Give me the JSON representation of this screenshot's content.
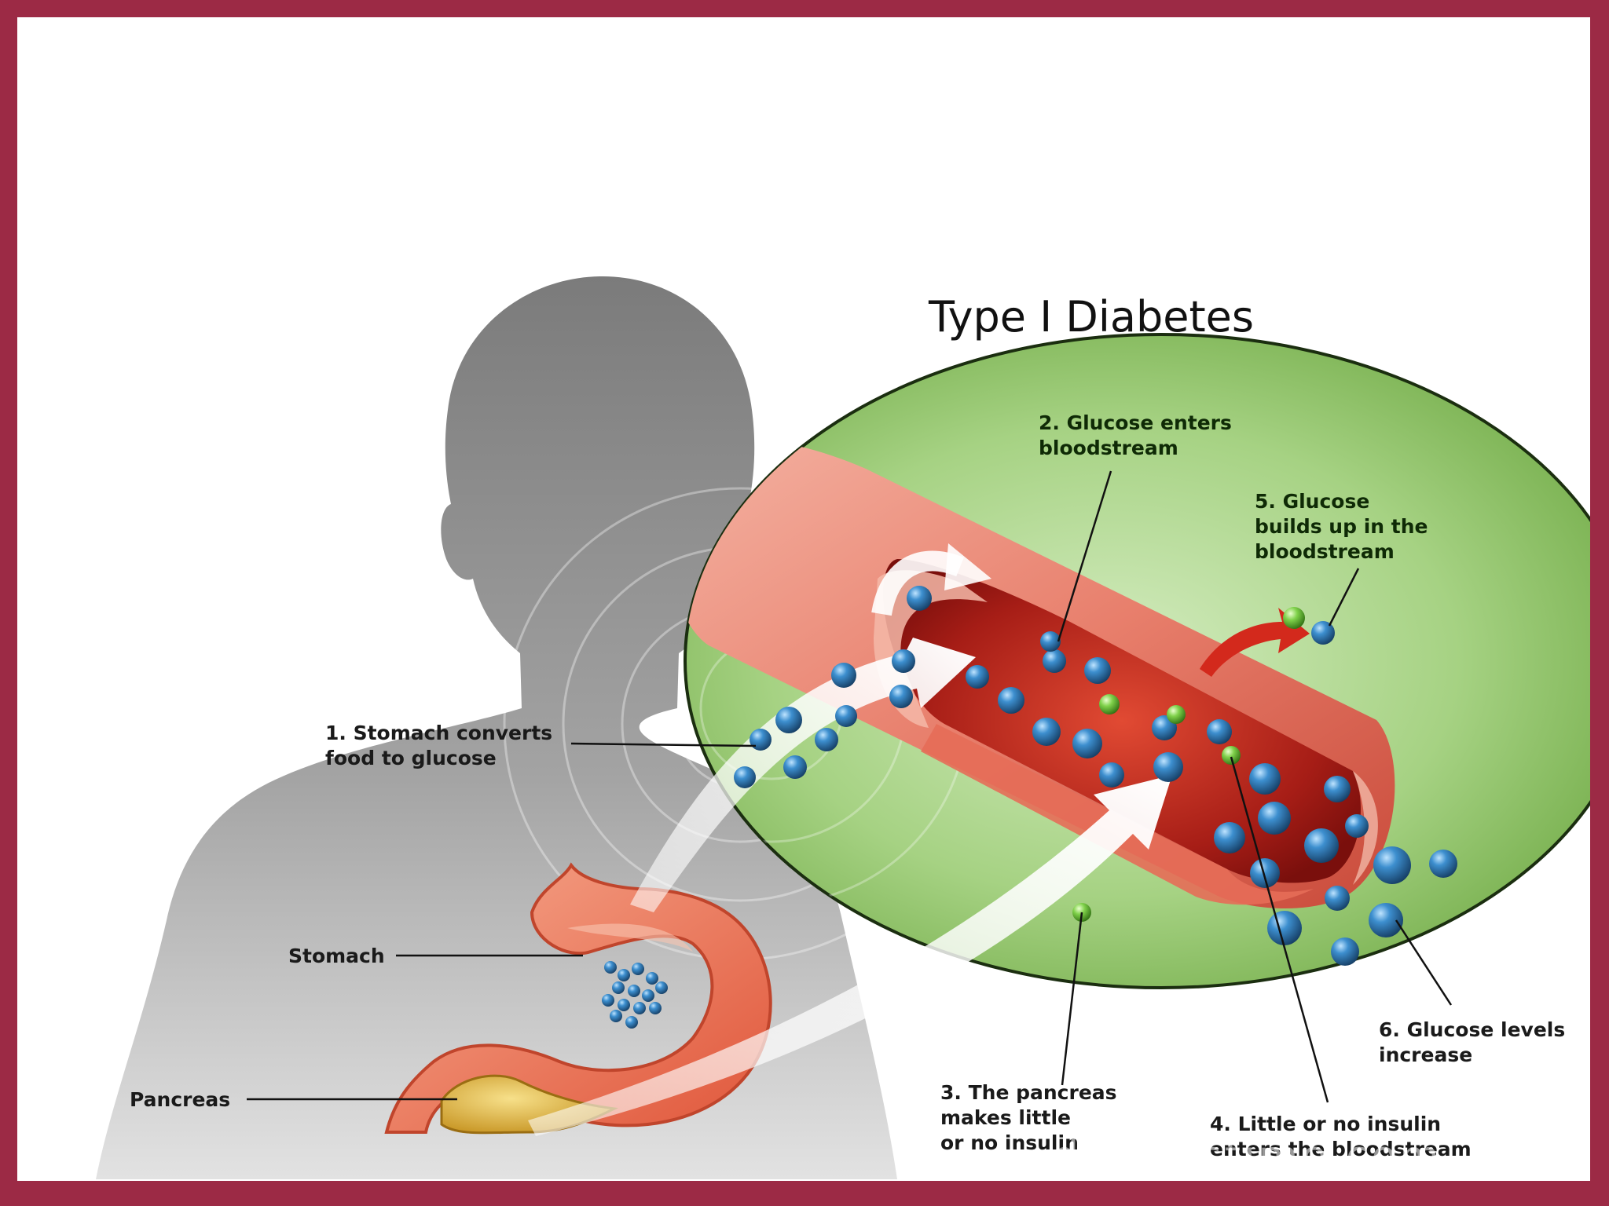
{
  "title": "Type I Diabetes",
  "labels": {
    "step1_line1": "1. Stomach converts",
    "step1_line2": "food to glucose",
    "step2_line1": "2. Glucose enters",
    "step2_line2": "bloodstream",
    "step3_line1": "3. The pancreas",
    "step3_line2": "makes little",
    "step3_line3": "or no insulin",
    "step4_line1": "4. Little or no insulin",
    "step4_line2": "enters the bloodstream",
    "step5_line1": "5. Glucose",
    "step5_line2": "builds up in the",
    "step5_line3": "bloodstream",
    "step6_line1": "6. Glucose levels",
    "step6_line2": "increase",
    "stomach": "Stomach",
    "pancreas": "Pancreas"
  },
  "watermark": "dreamstime.com",
  "colors": {
    "frame": "#9c2a45",
    "silhouette": "#8a8a8a",
    "circle": "#8fc46a",
    "vessel": "#c43a2c",
    "vessel_light": "#f2a08a",
    "glucose": "#2f6fa8",
    "insulin": "#7fd14a",
    "pancreas": "#e3b33a",
    "stomach": "#ee7d5f"
  },
  "icons": {
    "glucose": "blue-sphere",
    "insulin": "green-sphere",
    "arrow": "white-curved-arrow"
  }
}
